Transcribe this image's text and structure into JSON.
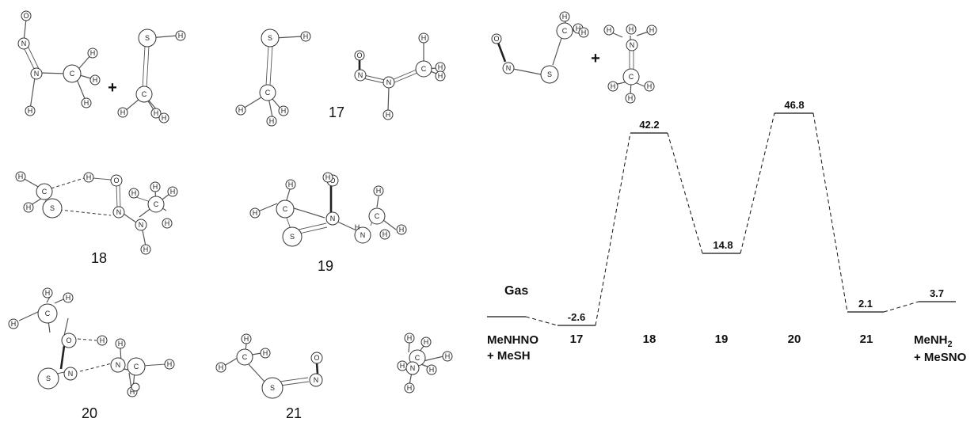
{
  "molecule_labels": {
    "m17": "17",
    "m18": "18",
    "m19": "19",
    "m20": "20",
    "m21": "21"
  },
  "plus_sign": "+",
  "profile": {
    "phase": "Gas",
    "reactants_line1": "MeNHNO",
    "reactants_line2": "+ MeSH",
    "products_line1_main": "MeNH",
    "products_line1_sub": "2",
    "products_line2": "+ MeSNO",
    "states": [
      {
        "name": "17",
        "energy": "-2.6"
      },
      {
        "name": "18",
        "energy": "42.2"
      },
      {
        "name": "19",
        "energy": "14.8"
      },
      {
        "name": "20",
        "energy": "46.8"
      },
      {
        "name": "21",
        "energy": "2.1"
      },
      {
        "name": "",
        "energy": "3.7"
      }
    ]
  },
  "atoms": {
    "H": "H",
    "C": "C",
    "N": "N",
    "O": "O",
    "S": "S"
  }
}
